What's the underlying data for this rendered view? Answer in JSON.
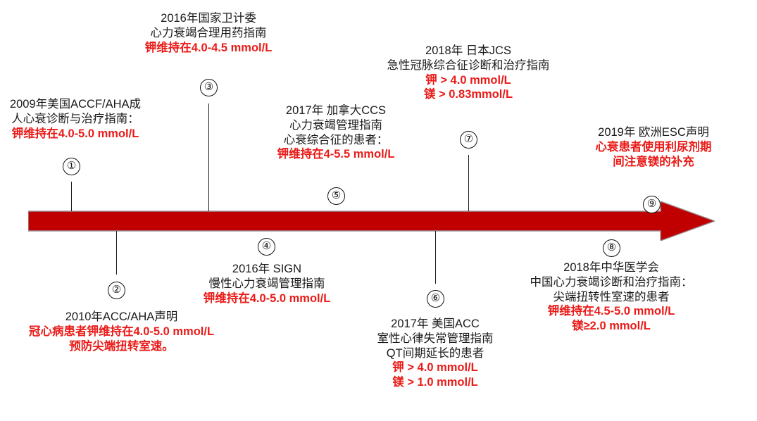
{
  "figure": {
    "kind": "timeline",
    "axis": {
      "name": "timeline-arrow",
      "direction": "left-to-right",
      "color": "#C00000",
      "border_color": "#9a8f99"
    },
    "accent_colors": {
      "arrow_red": "#C00000",
      "text_red": "#EA1C19",
      "text_black": "#1A1A1A"
    }
  },
  "items": [
    {
      "marker": "①",
      "position": "above",
      "lines_black": [
        "2009年美国ACCF/AHA成",
        "人心衰诊断与治疗指南："
      ],
      "lines_red": [
        "钾维持在4.0-5.0 mmol/L"
      ]
    },
    {
      "marker": "②",
      "position": "below",
      "lines_black": [
        "2010年ACC/AHA声明"
      ],
      "lines_red": [
        "冠心病患者钾维持在4.0-5.0 mmol/L",
        "预防尖端扭转室速。"
      ]
    },
    {
      "marker": "③",
      "position": "above",
      "lines_black": [
        "2016年国家卫计委",
        "心力衰竭合理用药指南"
      ],
      "lines_red": [
        "钾维持在4.0-4.5 mmol/L"
      ]
    },
    {
      "marker": "④",
      "position": "below",
      "lines_black": [
        "2016年 SIGN",
        "慢性心力衰竭管理指南"
      ],
      "lines_red": [
        "钾维持在4.0-5.0 mmol/L"
      ]
    },
    {
      "marker": "⑤",
      "position": "above",
      "lines_black": [
        "2017年 加拿大CCS",
        "心力衰竭管理指南",
        "心衰综合征的患者："
      ],
      "lines_red": [
        "钾维持在4-5.5 mmol/L"
      ]
    },
    {
      "marker": "⑥",
      "position": "below",
      "lines_black": [
        "2017年 美国ACC",
        "室性心律失常管理指南",
        "QT间期延长的患者"
      ],
      "lines_red": [
        "钾 > 4.0 mmol/L",
        "镁 > 1.0 mmol/L"
      ]
    },
    {
      "marker": "⑦",
      "position": "above",
      "lines_black": [
        "2018年 日本JCS",
        "急性冠脉综合征诊断和治疗指南"
      ],
      "lines_red": [
        "钾 > 4.0 mmol/L",
        "镁 > 0.83mmol/L"
      ]
    },
    {
      "marker": "⑧",
      "position": "below",
      "lines_black": [
        "2018年中华医学会",
        "中国心力衰竭诊断和治疗指南：",
        "尖端扭转性室速的患者"
      ],
      "lines_red": [
        "钾维持在4.5-5.0 mmol/L",
        "镁≥2.0 mmol/L"
      ]
    },
    {
      "marker": "⑨",
      "position": "above",
      "lines_black": [
        "2019年 欧洲ESC声明"
      ],
      "lines_red": [
        "心衰患者使用利尿剂期",
        "间注意镁的补充"
      ]
    }
  ]
}
